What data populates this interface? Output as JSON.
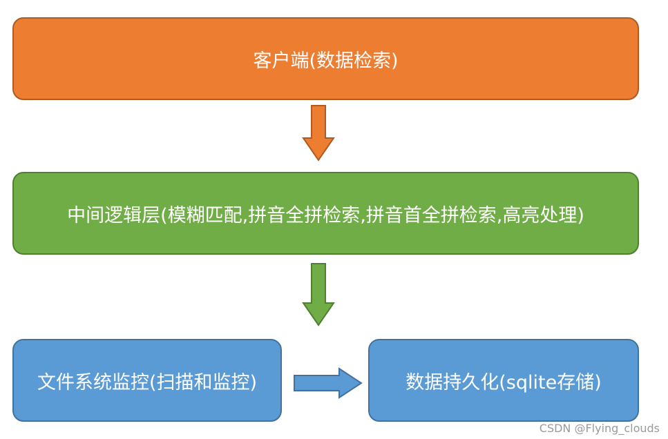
{
  "boxes": {
    "client": "客户端(数据检索)",
    "logic": "中间逻辑层(模糊匹配,拼音全拼检索,拼音首全拼检索,高亮处理)",
    "monitor": "文件系统监控(扫描和监控)",
    "persistence": "数据持久化(sqlite存储)"
  },
  "watermark": "CSDN @Flying_clouds",
  "colors": {
    "client_fill": "#ed7d31",
    "logic_fill": "#70ad47",
    "monitor_fill": "#5b9bd5",
    "persistence_fill": "#5b9bd5"
  }
}
